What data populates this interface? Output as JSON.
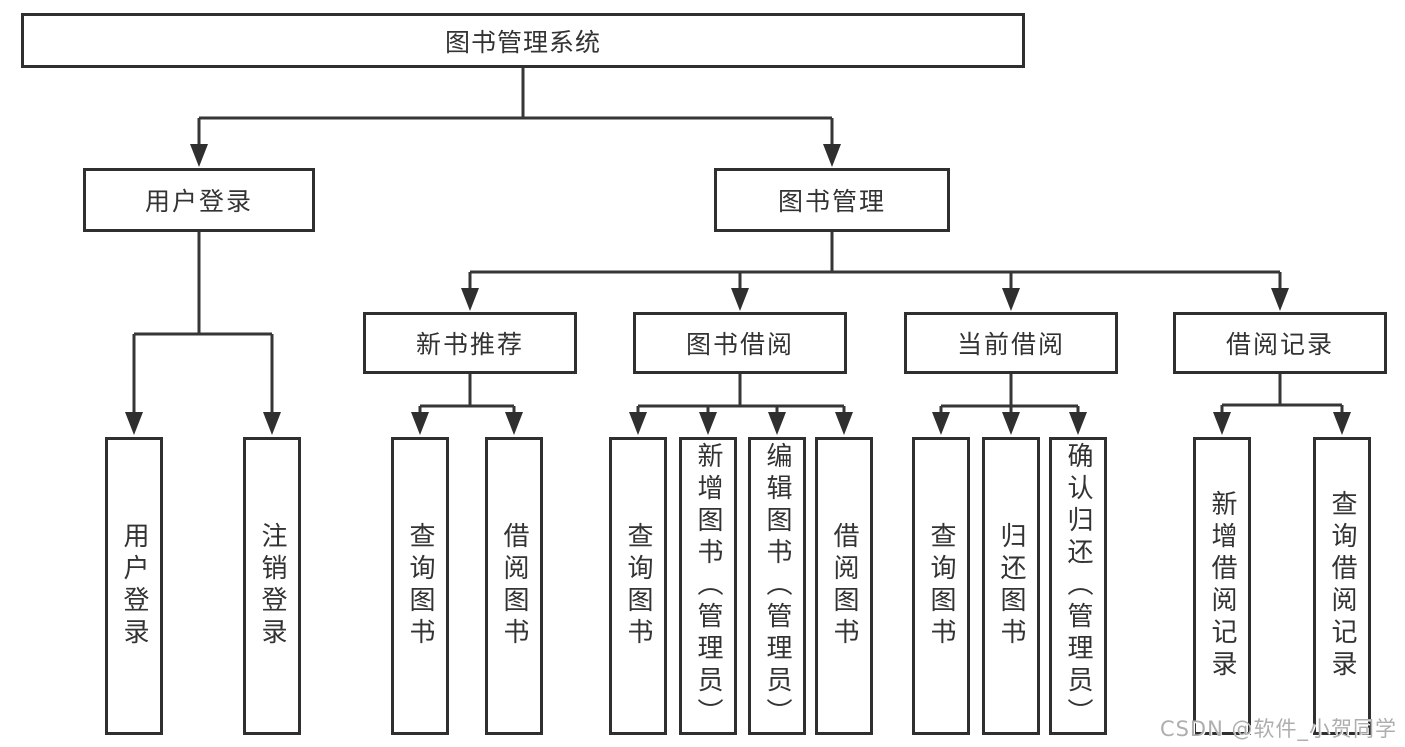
{
  "title": "图书管理系统",
  "nodes": {
    "user_login": "用户登录",
    "book_management": "图书管理",
    "new_book_recommend": "新书推荐",
    "book_borrowing": "图书借阅",
    "current_borrowing": "当前借阅",
    "borrowing_records": "借阅记录",
    "leaf_user_login": "用户登录",
    "leaf_logout": "注销登录",
    "leaf_query_books_rec": "查询图书",
    "leaf_borrow_books_rec": "借阅图书",
    "leaf_query_books_borrow": "查询图书",
    "leaf_add_books_admin": "新增图书（管理员）",
    "leaf_edit_books_admin": "编辑图书（管理员）",
    "leaf_borrow_books_borrow": "借阅图书",
    "leaf_query_books_cur": "查询图书",
    "leaf_return_books": "归还图书",
    "leaf_confirm_return_admin": "确认归还（管理员）",
    "leaf_add_borrow_record": "新增借阅记录",
    "leaf_query_borrow_record": "查询借阅记录"
  },
  "watermark": "CSDN @软件_小贺同学",
  "colors": {
    "line": "#363636",
    "box_border": "#2f2f2f",
    "text": "#333333",
    "watermark": "#aeaeae",
    "background": "#ffffff"
  }
}
